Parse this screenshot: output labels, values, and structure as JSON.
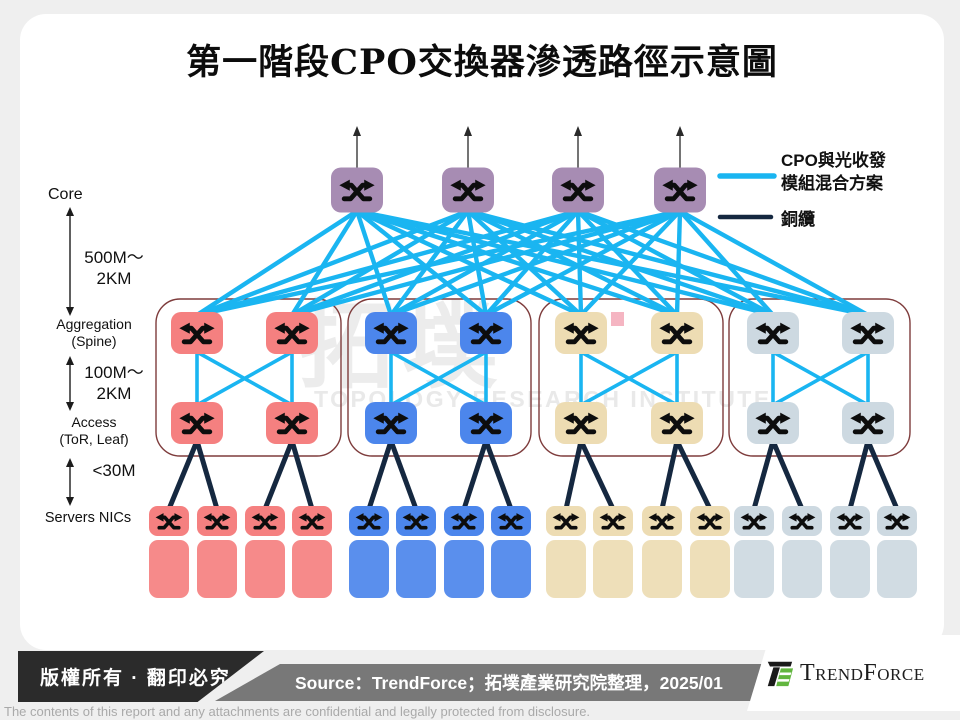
{
  "title": "第一階段CPO交換器滲透路徑示意圖",
  "left_axis": {
    "core": "Core",
    "core_to_agg_line1": "500M～",
    "core_to_agg_line2": "2KM",
    "aggregation_line1": "Aggregation",
    "aggregation_line2": "(Spine)",
    "agg_to_access_line1": "100M～",
    "agg_to_access_line2": "2KM",
    "access_line1": "Access",
    "access_line2": "(ToR, Leaf)",
    "access_to_servers": "<30M",
    "servers": "Servers NICs"
  },
  "legend": {
    "cpo_label_line1": "CPO與光收發",
    "cpo_label_line2": "模組混合方案",
    "copper_label": "銅纜",
    "cpo_color": "#1ab5f1",
    "copper_color": "#152840"
  },
  "watermark": {
    "cjk": "拓墣",
    "en": "TOPOLOGY RESEARCH INSTITUTE"
  },
  "diagram": {
    "core": {
      "count": 4,
      "color": "#a78cb3"
    },
    "pods": [
      {
        "name": "pod-1",
        "color": "#f58080",
        "spine_count": 2,
        "leaf_count": 2,
        "nic_count": 4,
        "server_count": 4
      },
      {
        "name": "pod-2",
        "color": "#4c86ec",
        "spine_count": 2,
        "leaf_count": 2,
        "nic_count": 4,
        "server_count": 4
      },
      {
        "name": "pod-3",
        "color": "#eddcb3",
        "spine_count": 2,
        "leaf_count": 2,
        "nic_count": 4,
        "server_count": 4
      },
      {
        "name": "pod-4",
        "color": "#cdd9e1",
        "spine_count": 2,
        "leaf_count": 2,
        "nic_count": 4,
        "server_count": 4
      }
    ],
    "pod_outline_color": "#7e3c3c",
    "optical_link_color": "#1ab5f1",
    "copper_link_color": "#152840"
  },
  "footer_bar": {
    "copyright": "版權所有 · 翻印必究",
    "source": "Source：TrendForce；拓墣產業研究院整理，2025/01",
    "logo_text": "TrendForce",
    "disclaimer": "The contents of this report and any attachments are confidential and legally protected from disclosure."
  }
}
